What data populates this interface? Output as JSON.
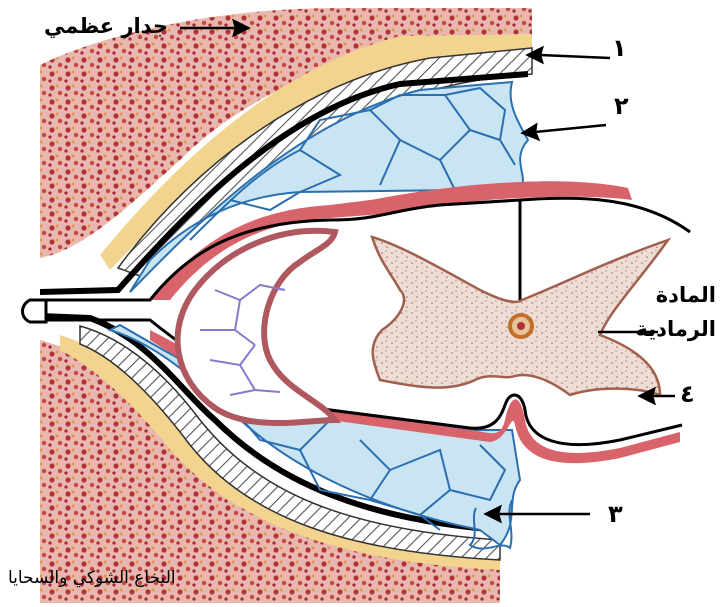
{
  "labels": {
    "bone_wall": "جدار عظمي",
    "n1": "١",
    "n2": "٢",
    "n3": "٣",
    "n4": "٤",
    "grey_matter_line1": "المادة",
    "grey_matter_line2": "الرمادية",
    "caption": "النخاع الشوكي والسحايا"
  },
  "colors": {
    "bone": "#d9a3a0",
    "bone_dots": "#b0333a",
    "fat_layer": "#f0d48a",
    "dura_hatch": "#555555",
    "arachnoid_blue": "#bfe0f0",
    "arachnoid_lines": "#2a6fb0",
    "pia_red": "#d9636b",
    "grey_matter": "#ead8cf",
    "grey_outline": "#b0706a",
    "canal": "#c0702a"
  }
}
